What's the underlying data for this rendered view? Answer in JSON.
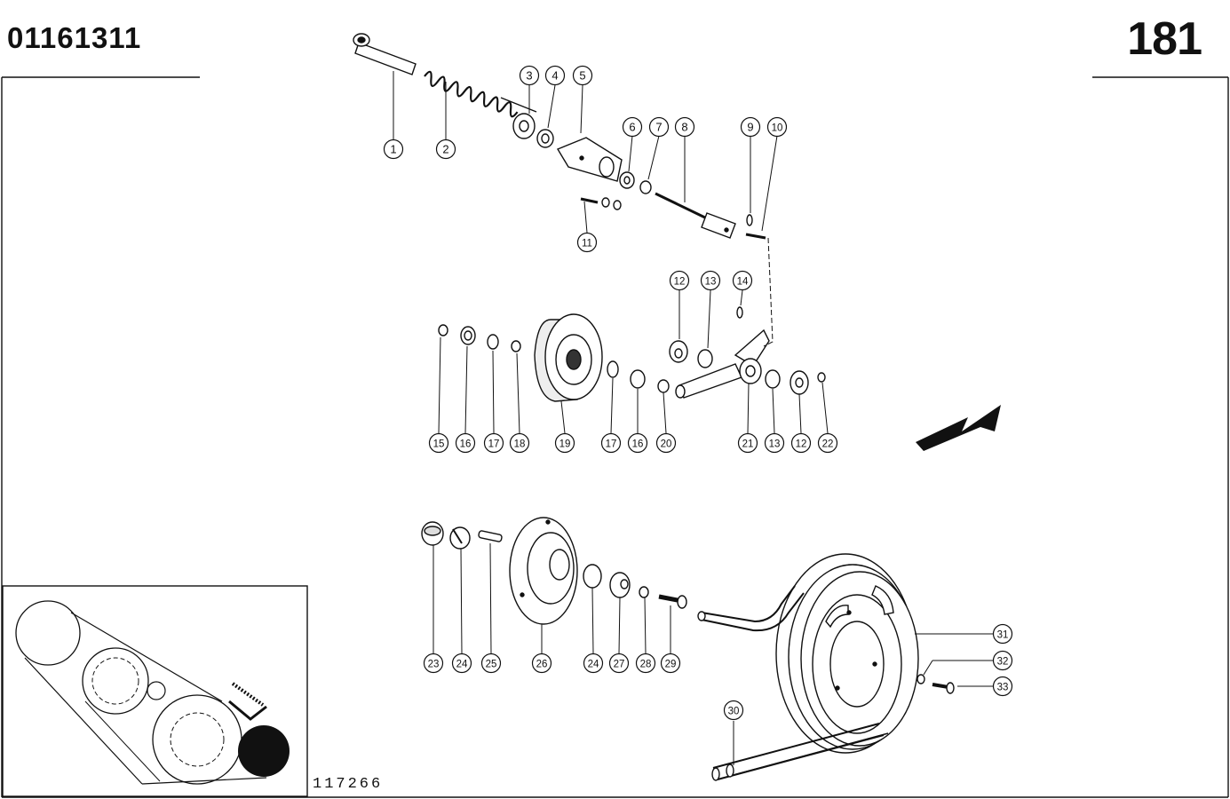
{
  "header": {
    "document_number": "01161311",
    "page_number": "181"
  },
  "footer": {
    "reference_number": "117266"
  },
  "diagram": {
    "title": "",
    "part_labels": [
      "1",
      "2",
      "3",
      "4",
      "5",
      "6",
      "7",
      "8",
      "9",
      "10",
      "11",
      "12",
      "13",
      "14",
      "15",
      "16",
      "17",
      "18",
      "19",
      "17",
      "16",
      "20",
      "21",
      "13",
      "12",
      "22",
      "23",
      "24",
      "25",
      "26",
      "24",
      "27",
      "28",
      "29",
      "30",
      "31",
      "32",
      "33"
    ],
    "direction_indicator": "arrow-icon",
    "inset": "belt-drive-schematic"
  }
}
